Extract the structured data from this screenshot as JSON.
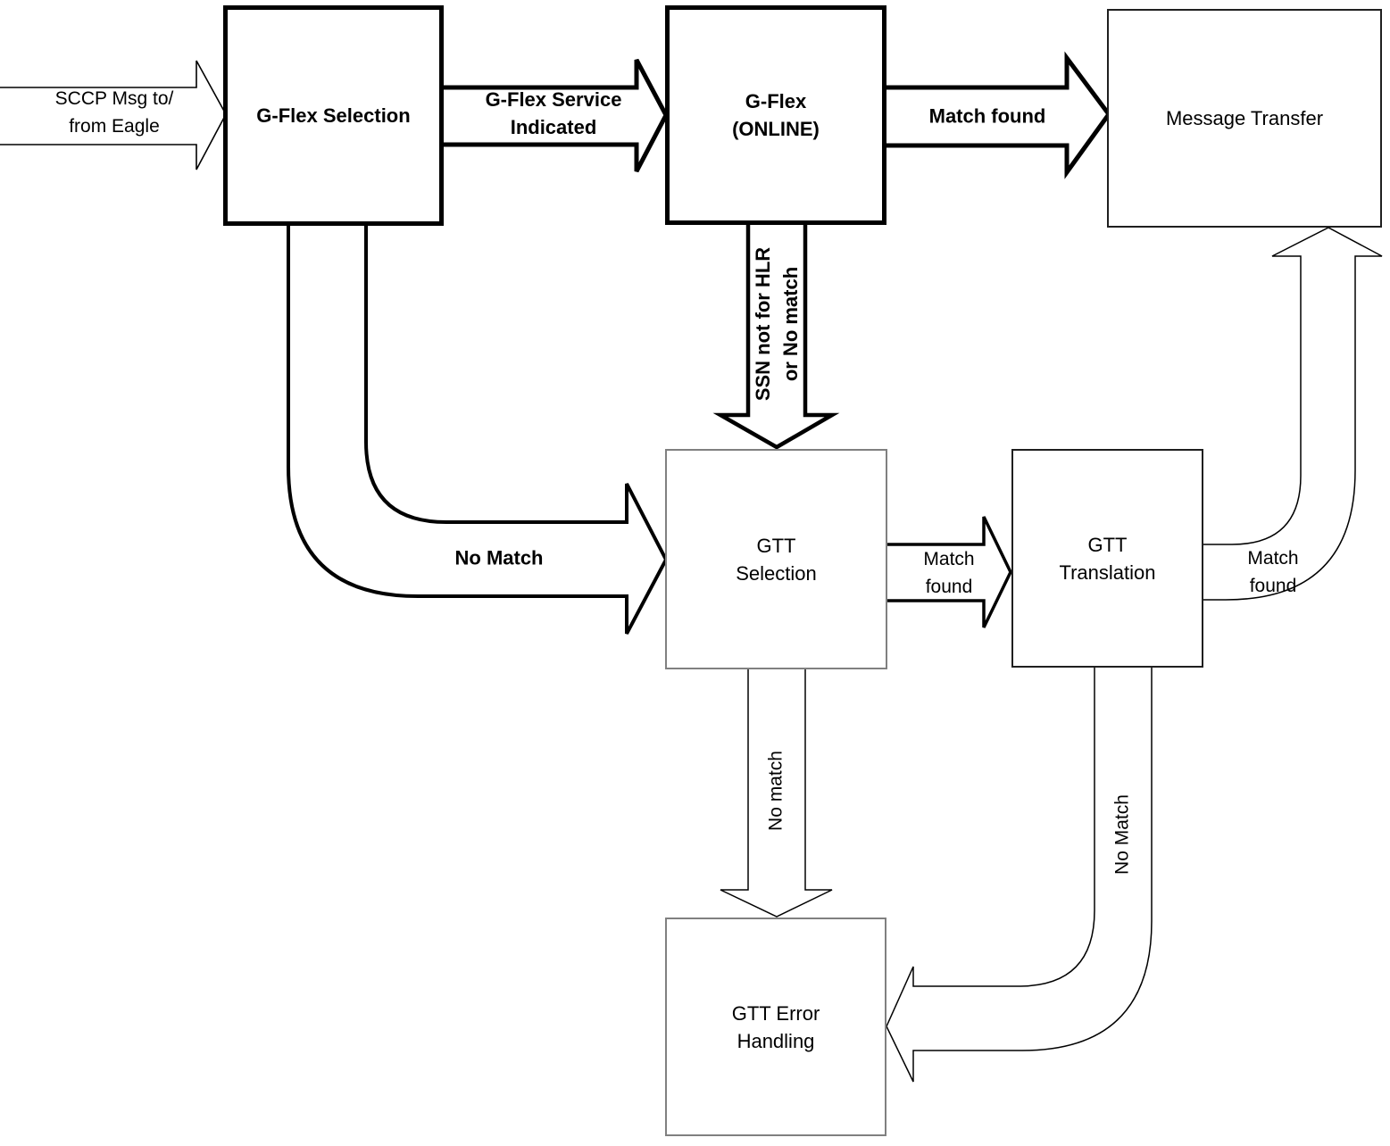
{
  "colors": {
    "line": "#000000",
    "thick_box_border": "#000000",
    "thin_box_border": "#1f1f1f",
    "gray_box_border": "#808080",
    "background": "#ffffff"
  },
  "boxes": {
    "gflex_selection": "G-Flex Selection",
    "gflex_online": "G-Flex\n(ONLINE)",
    "message_transfer": "Message Transfer",
    "gtt_selection": "GTT\nSelection",
    "gtt_translation": "GTT\nTranslation",
    "gtt_error_handling": "GTT Error\nHandling"
  },
  "arrow_labels": {
    "sccp_input": "SCCP Msg to/\nfrom Eagle",
    "gflex_service_indicated": "G-Flex Service\nIndicated",
    "match_found_top": "Match found",
    "ssn_not_for_hlr": "SSN not for HLR\nor No match",
    "no_match_left": "No Match",
    "match_found_mid": "Match\nfound",
    "match_found_right": "Match\nfound",
    "no_match_down": "No match",
    "no_match_right": "No Match"
  }
}
